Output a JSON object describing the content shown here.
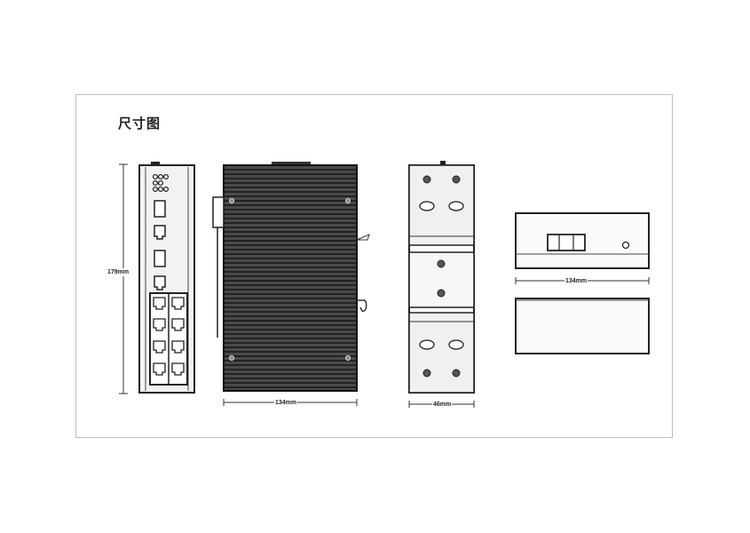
{
  "title": "尺寸图",
  "dimensions": {
    "height": "179mm",
    "side_width": "134mm",
    "front_width": "46mm",
    "top_width": "134mm"
  }
}
